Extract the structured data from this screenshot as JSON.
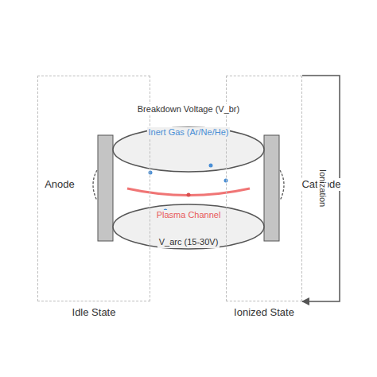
{
  "diagram": {
    "nodes": [
      {
        "text": [
          "Idle State"
        ]
      },
      {
        "text": [
          "Ionized State"
        ]
      }
    ],
    "edges": [
      {
        "from": 1,
        "to": 1,
        "label": "Ionization",
        "arrow": "to"
      }
    ],
    "labels": [
      "Breakdown Voltage (V_br)",
      "Inert Gas (Ar/Ne/He)",
      "Plasma Channel",
      "V_arc (15-30V)",
      "Anode",
      "Cathode"
    ]
  }
}
